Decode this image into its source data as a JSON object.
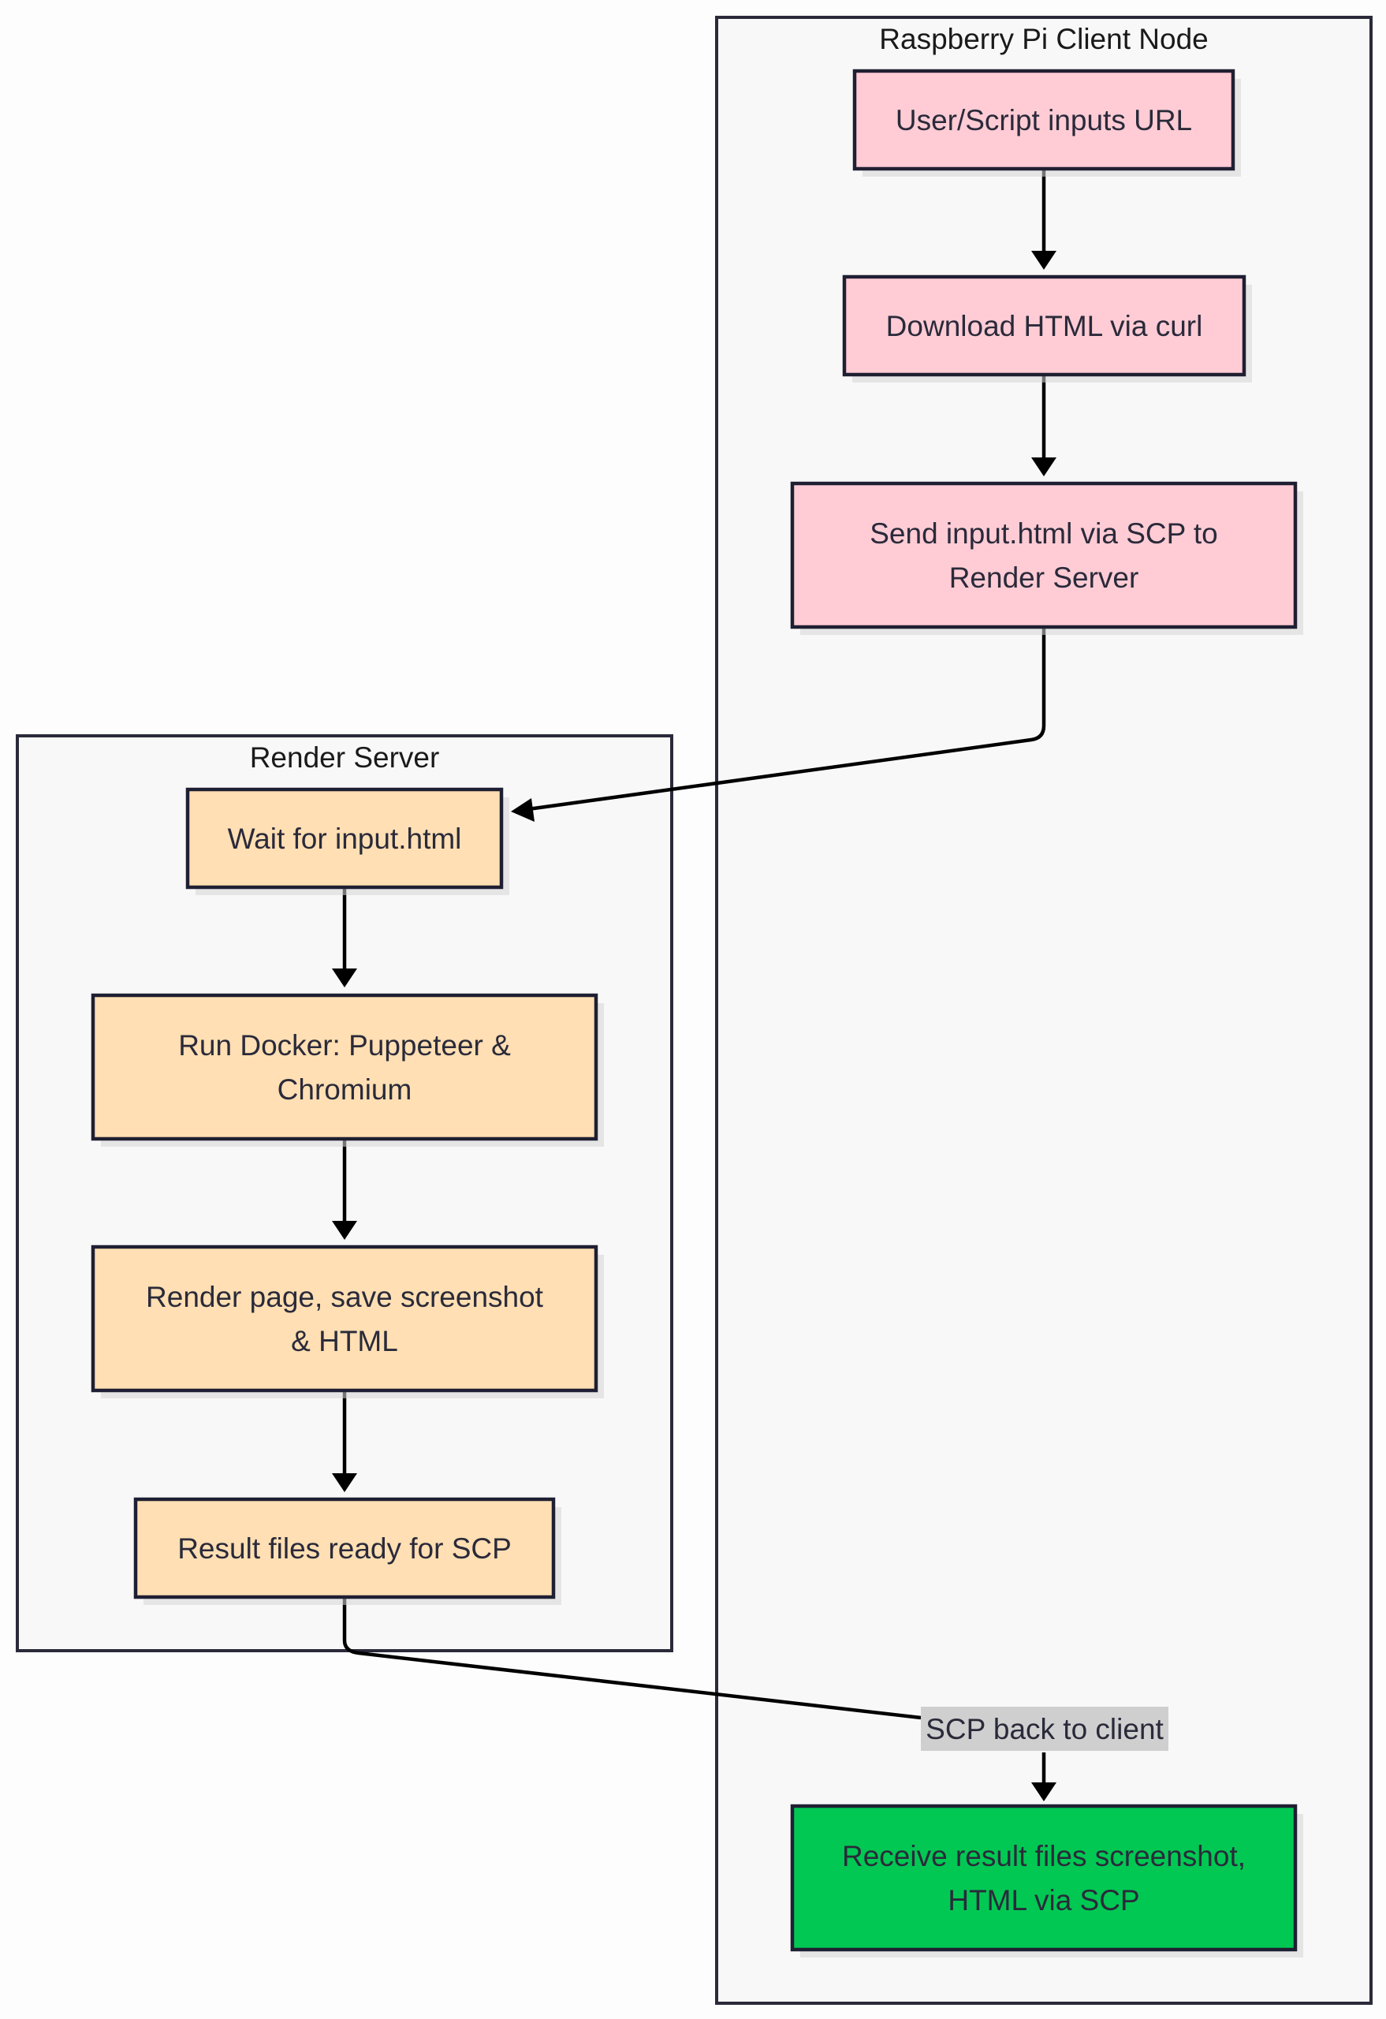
{
  "clusters": {
    "client": {
      "title": "Raspberry Pi Client Node"
    },
    "server": {
      "title": "Render Server"
    }
  },
  "nodes": {
    "user_input": {
      "lines": [
        "User/Script inputs URL"
      ]
    },
    "download": {
      "lines": [
        "Download HTML via curl"
      ]
    },
    "send": {
      "lines": [
        "Send input.html via SCP to",
        "Render Server"
      ]
    },
    "wait": {
      "lines": [
        "Wait for input.html"
      ]
    },
    "docker": {
      "lines": [
        "Run Docker: Puppeteer &",
        "Chromium"
      ]
    },
    "render": {
      "lines": [
        "Render page, save screenshot",
        "& HTML"
      ]
    },
    "result": {
      "lines": [
        "Result files ready for SCP"
      ]
    },
    "receive": {
      "lines": [
        "Receive result files screenshot,",
        "HTML via SCP"
      ]
    }
  },
  "edges": {
    "scp_back": {
      "label": "SCP back to client"
    }
  },
  "colors": {
    "client_node_fill": "#ffccd5",
    "server_node_fill": "#ffdfb3",
    "receive_node_fill": "#00c853"
  }
}
